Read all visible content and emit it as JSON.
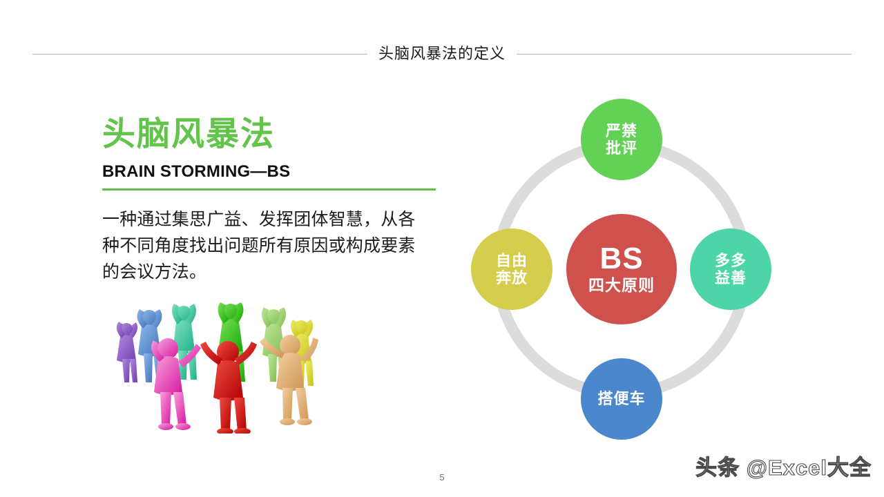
{
  "header": {
    "title": "头脑风暴法的定义"
  },
  "left": {
    "brand_title": "头脑风暴法",
    "brand_subtitle": "BRAIN STORMING—BS",
    "body_text": "一种通过集思广益、发挥团体智慧，从各种不同角度找出问题所有原因或构成要素的会议方法。",
    "illustration_name": "colorful-3d-people-celebrating"
  },
  "diagram": {
    "ring_color": "#dcdcdc",
    "center": {
      "label_main": "BS",
      "label_sub": "四大原则",
      "color": "#cf514d"
    },
    "nodes": [
      {
        "position": "top",
        "line1": "严禁",
        "line2": "批评",
        "color": "#63d155"
      },
      {
        "position": "right",
        "line1": "多多",
        "line2": "益善",
        "color": "#4dd4a8"
      },
      {
        "position": "bottom",
        "line1": "搭便车",
        "line2": "",
        "color": "#4a87cd"
      },
      {
        "position": "left",
        "line1": "自由",
        "line2": "奔放",
        "color": "#d4ce4c"
      }
    ]
  },
  "footer": {
    "page_number": "5",
    "watermark": "头条 @Excel大全"
  },
  "theme": {
    "accent_green": "#63c44b",
    "divider_green": "#5fbf46",
    "header_rule": "#b9b9b9",
    "text_dark": "#1c1c1c",
    "background": "#ffffff"
  }
}
